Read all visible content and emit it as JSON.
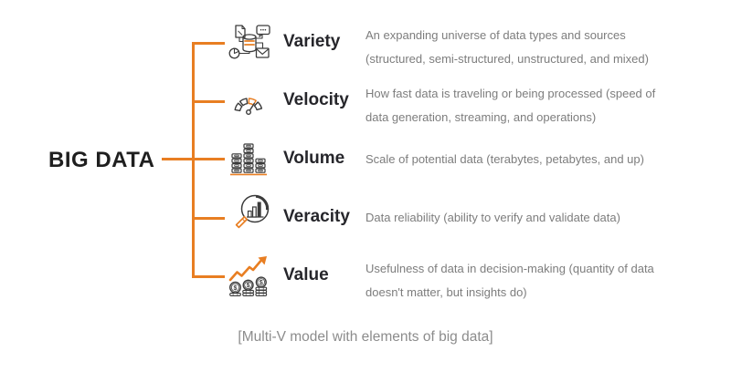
{
  "root_label": "BIG DATA",
  "caption": "[Multi-V model with elements of big data]",
  "colors": {
    "accent_orange": "#E87E22",
    "root_text": "#1F1F1F",
    "label_text": "#26262B",
    "description_text": "#7D7D7D",
    "caption_text": "#8C8C8C",
    "icon_stroke": "#3B3B3B"
  },
  "rows": [
    {
      "label": "Variety",
      "icon": "data-types-network-icon",
      "desc_line1": "An expanding universe of data types and sources",
      "desc_line2": "(structured, semi-structured, unstructured, and mixed)"
    },
    {
      "label": "Velocity",
      "icon": "speedometer-icon",
      "desc_line1": "How fast data is traveling or being processed (speed of",
      "desc_line2": "data generation, streaming, and operations)"
    },
    {
      "label": "Volume",
      "icon": "stacked-data-blocks-icon",
      "desc_line1": "Scale of potential data (terabytes, petabytes, and up)",
      "desc_line2": ""
    },
    {
      "label": "Veracity",
      "icon": "magnifier-bar-chart-icon",
      "desc_line1": "Data reliability (ability to verify and validate data)",
      "desc_line2": ""
    },
    {
      "label": "Value",
      "icon": "coins-growth-arrow-icon",
      "desc_line1": "Usefulness of data in decision-making (quantity of data",
      "desc_line2": "doesn't matter, but insights do)"
    }
  ]
}
